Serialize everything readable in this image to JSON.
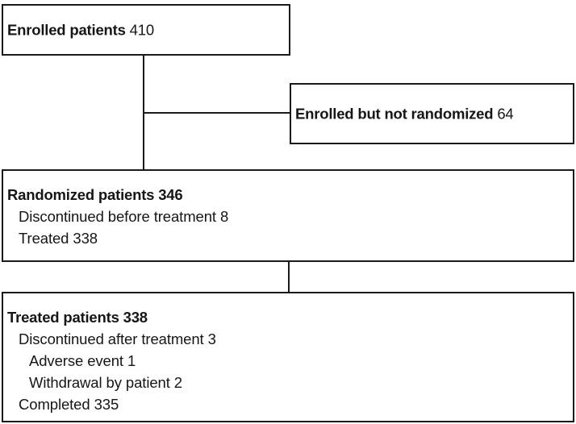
{
  "diagram": {
    "type": "patient-flow-consort",
    "title": "",
    "nodes": [
      {
        "id": "enrolled",
        "heading_label": "Enrolled patients",
        "heading_value": "410",
        "heading_value_bold": false,
        "sublines": []
      },
      {
        "id": "not-randomized",
        "heading_label": "Enrolled but not randomized",
        "heading_value": "64",
        "heading_value_bold": false,
        "sublines": []
      },
      {
        "id": "randomized",
        "heading_label": "Randomized patients 346",
        "heading_value": "",
        "heading_value_bold": true,
        "sublines": [
          {
            "text": "Discontinued before treatment 8",
            "indent": 1
          },
          {
            "text": "Treated 338",
            "indent": 1
          }
        ]
      },
      {
        "id": "treated",
        "heading_label": "Treated patients 338",
        "heading_value": "",
        "heading_value_bold": true,
        "sublines": [
          {
            "text": "Discontinued after treatment 3",
            "indent": 1
          },
          {
            "text": "Adverse event 1",
            "indent": 2
          },
          {
            "text": "Withdrawal by patient 2",
            "indent": 2
          },
          {
            "text": "Completed 335",
            "indent": 1
          }
        ]
      }
    ],
    "counts": {
      "enrolled_patients": 410,
      "enrolled_but_not_randomized": 64,
      "randomized_patients": 346,
      "discontinued_before_treatment": 8,
      "treated": 338,
      "treated_patients": 338,
      "discontinued_after_treatment": 3,
      "adverse_event": 1,
      "withdrawal_by_patient": 2,
      "completed": 335
    },
    "colors": {
      "border": "#1a1a1a",
      "text": "#161616",
      "background": "#ffffff",
      "connector": "#1a1a1a"
    }
  }
}
